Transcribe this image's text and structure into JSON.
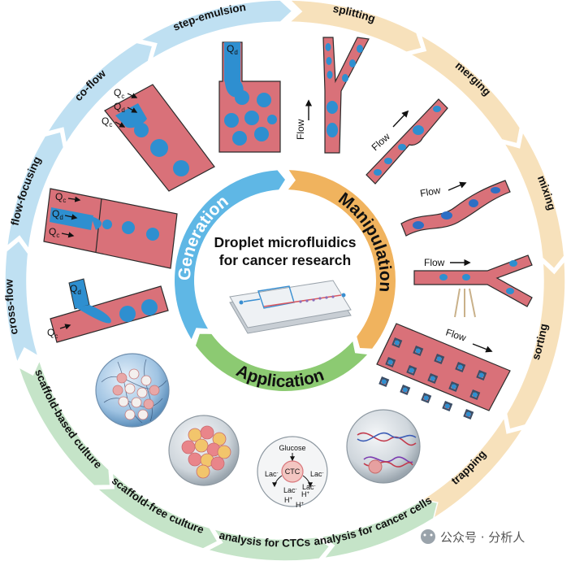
{
  "center": {
    "title_line1": "Droplet microfluidics",
    "title_line2": "for cancer research"
  },
  "inner_ring": {
    "generation": "Generation",
    "manipulation": "Manipulation",
    "application": "Application"
  },
  "outer_ring": {
    "cross_flow": "cross-flow",
    "flow_focusing": "flow-focusing",
    "co_flow": "co-flow",
    "step_emulsion": "step-emulsion",
    "splitting": "splitting",
    "merging": "merging",
    "mixing": "mixing",
    "sorting": "sorting",
    "trapping": "trapping",
    "analysis_cancer_cells": "analysis for cancer cells",
    "analysis_ctcs": "analysis for CTCs",
    "scaffold_free": "scaffold-free culture",
    "scaffold_based": "scaffold-based culture"
  },
  "labels": {
    "q": "Q",
    "sub_c": "c",
    "sub_d": "d",
    "flow": "Flow",
    "glucose": "Glucose",
    "ctc": "CTC",
    "lac": "Lac",
    "lac_sup": "-",
    "h": "H",
    "h_sup": "+"
  },
  "colors": {
    "blue_ring": "#bfe0f2",
    "yellow_ring": "#f7e1bb",
    "green_ring": "#c5e4c8",
    "generation_arc": "#5fb7e5",
    "manipulation_arc": "#f0b35e",
    "application_arc": "#8cca72",
    "channel_pink": "#d97179",
    "droplet_blue": "#2e8fd0",
    "dark_outline": "#2b2b2b"
  },
  "watermark": "公众号 · 分析人"
}
